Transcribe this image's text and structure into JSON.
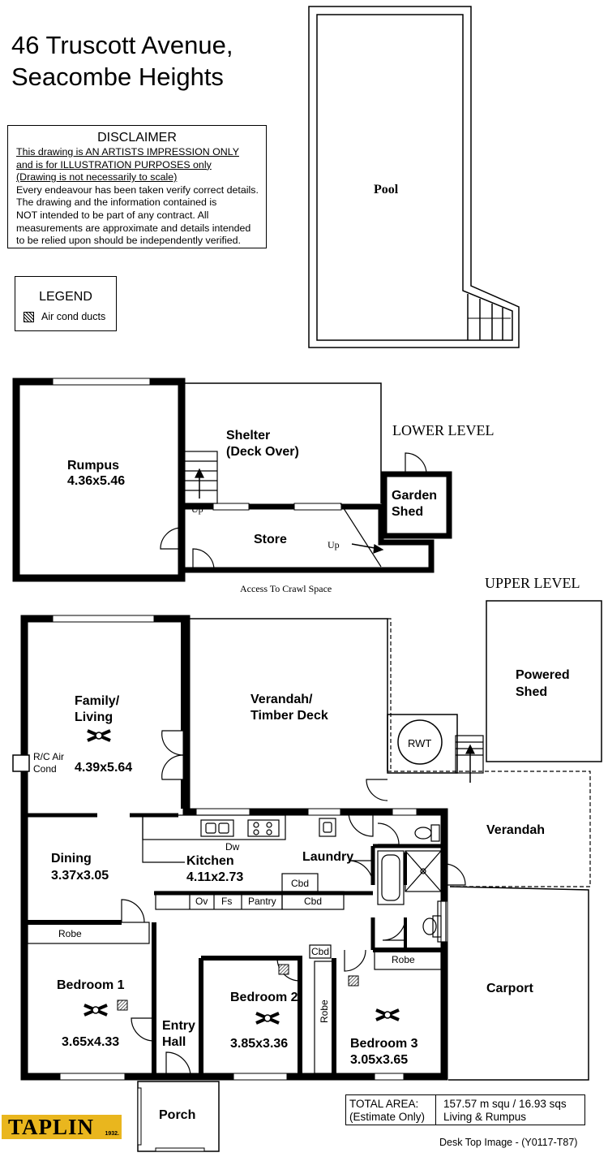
{
  "address": {
    "line1": "46 Truscott Avenue,",
    "line2": "Seacombe Heights"
  },
  "disclaimer": {
    "title": "DISCLAIMER",
    "line1": "This drawing is AN ARTISTS IMPRESSION ONLY",
    "line2": "and is for ILLUSTRATION PURPOSES only",
    "line3": "(Drawing is not necessarily to scale)",
    "line4": "Every endeavour has been taken verify correct details.",
    "line5": "The drawing and the information contained is",
    "line6": "NOT intended to be part of any contract.  All",
    "line7": "measurements are approximate and details intended",
    "line8": "to be relied upon should be independently verified."
  },
  "legend": {
    "title": "LEGEND",
    "item": "Air cond ducts"
  },
  "levels": {
    "lower": "LOWER LEVEL",
    "upper": "UPPER LEVEL"
  },
  "pool": "Pool",
  "lower": {
    "rumpus_name": "Rumpus",
    "rumpus_size": "4.36x5.46",
    "shelter_l1": "Shelter",
    "shelter_l2": "(Deck Over)",
    "store": "Store",
    "garden_l1": "Garden",
    "garden_l2": "Shed",
    "up1": "Up",
    "up2": "Up",
    "crawl": "Access To Crawl Space"
  },
  "upper": {
    "family_l1": "Family/",
    "family_l2": "Living",
    "family_size": "4.39x5.64",
    "rc_l1": "R/C Air",
    "rc_l2": "Cond",
    "verandah_deck_l1": "Verandah/",
    "verandah_deck_l2": "Timber Deck",
    "powered_l1": "Powered",
    "powered_l2": "Shed",
    "rwt": "RWT",
    "verandah": "Verandah",
    "dining_name": "Dining",
    "dining_size": "3.37x3.05",
    "kitchen_name": "Kitchen",
    "kitchen_size": "4.11x2.73",
    "dw": "Dw",
    "laundry": "Laundry",
    "cbd1": "Cbd",
    "cbd2": "Cbd",
    "cbd3": "Cbd",
    "ov": "Ov",
    "fs": "Fs",
    "pantry": "Pantry",
    "robe1": "Robe",
    "robe2": "Robe",
    "robe3": "Robe",
    "bed1_name": "Bedroom 1",
    "bed1_size": "3.65x4.33",
    "bed2_name": "Bedroom 2",
    "bed2_size": "3.85x3.36",
    "bed3_name": "Bedroom 3",
    "bed3_size": "3.05x3.65",
    "entry_l1": "Entry",
    "entry_l2": "Hall",
    "carport": "Carport",
    "porch": "Porch"
  },
  "area": {
    "label1": "TOTAL AREA:",
    "label2": "(Estimate Only)",
    "value1": "157.57 m squ /  16.93 sqs",
    "value2": "Living & Rumpus"
  },
  "footer": "Desk Top Image - (Y0117-T87)",
  "logo": {
    "name": "TAPLIN",
    "year": "1932."
  },
  "colors": {
    "logo_bg": "#e9b61e",
    "ink": "#000000"
  }
}
